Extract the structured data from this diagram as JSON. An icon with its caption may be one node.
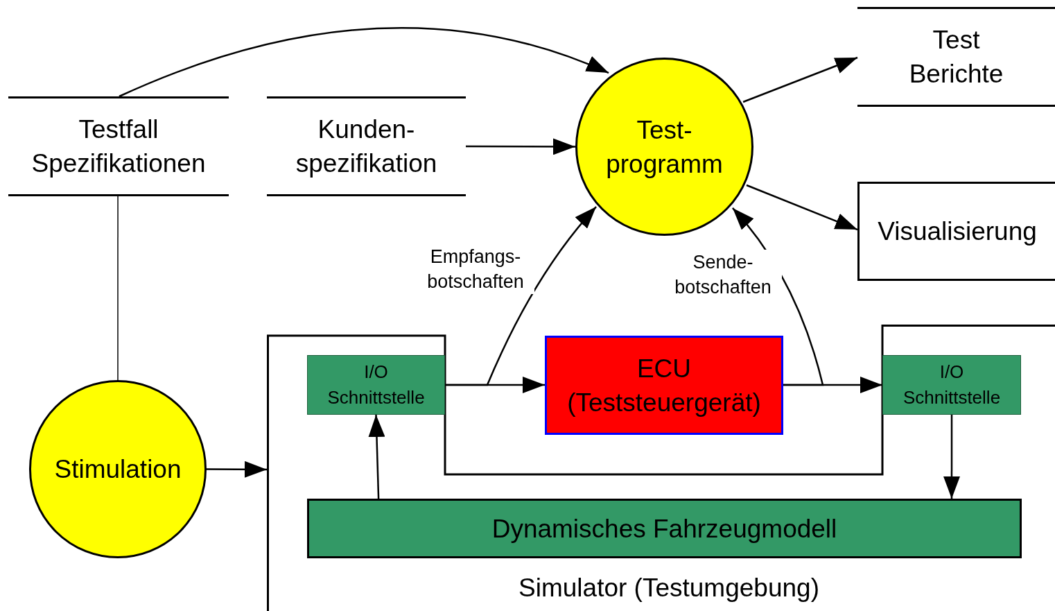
{
  "diagram": {
    "nodes": [
      {
        "text": [
          "Testfall Spezifikationen"
        ]
      },
      {
        "text": [
          "Kunden- spezifikation"
        ]
      },
      {
        "text": [
          "Test- programm"
        ]
      },
      {
        "text": [
          "Test Berichte"
        ]
      },
      {
        "text": [
          "Visualisierung"
        ]
      },
      {
        "text": [
          "Stimulation"
        ]
      },
      {
        "text": [
          "Simulator (Testumgebung)"
        ]
      },
      {
        "text": [
          "I/O Schnittstelle"
        ],
        "in": 6
      },
      {
        "text": [
          "ECU (Teststeuergerät)"
        ],
        "in": 6
      },
      {
        "text": [
          "I/O Schnittstelle"
        ],
        "in": 6
      },
      {
        "text": [
          "Dynamisches Fahrzeugmodell"
        ],
        "in": 6
      }
    ],
    "edges": [
      {
        "from": 0,
        "to": 2,
        "arrow": "to"
      },
      {
        "from": 1,
        "to": 2,
        "arrow": "to"
      },
      {
        "from": 2,
        "to": 3,
        "arrow": "to"
      },
      {
        "from": 2,
        "to": 4,
        "arrow": "to"
      },
      {
        "from": 0,
        "to": 5,
        "arrow": "none"
      },
      {
        "from": 5,
        "to": 6,
        "arrow": "to"
      },
      {
        "from": 7,
        "to": 8,
        "arrow": "to"
      },
      {
        "from": 8,
        "to": 9,
        "arrow": "to"
      },
      {
        "from": 10,
        "to": 7,
        "arrow": "to"
      },
      {
        "from": 9,
        "to": 10,
        "arrow": "to"
      },
      {
        "from": 7,
        "to": 2,
        "arrow": "to",
        "label": "Empfangs- botschaften"
      },
      {
        "from": 8,
        "to": 2,
        "arrow": "to",
        "label": "Sende- botschaften"
      }
    ]
  }
}
